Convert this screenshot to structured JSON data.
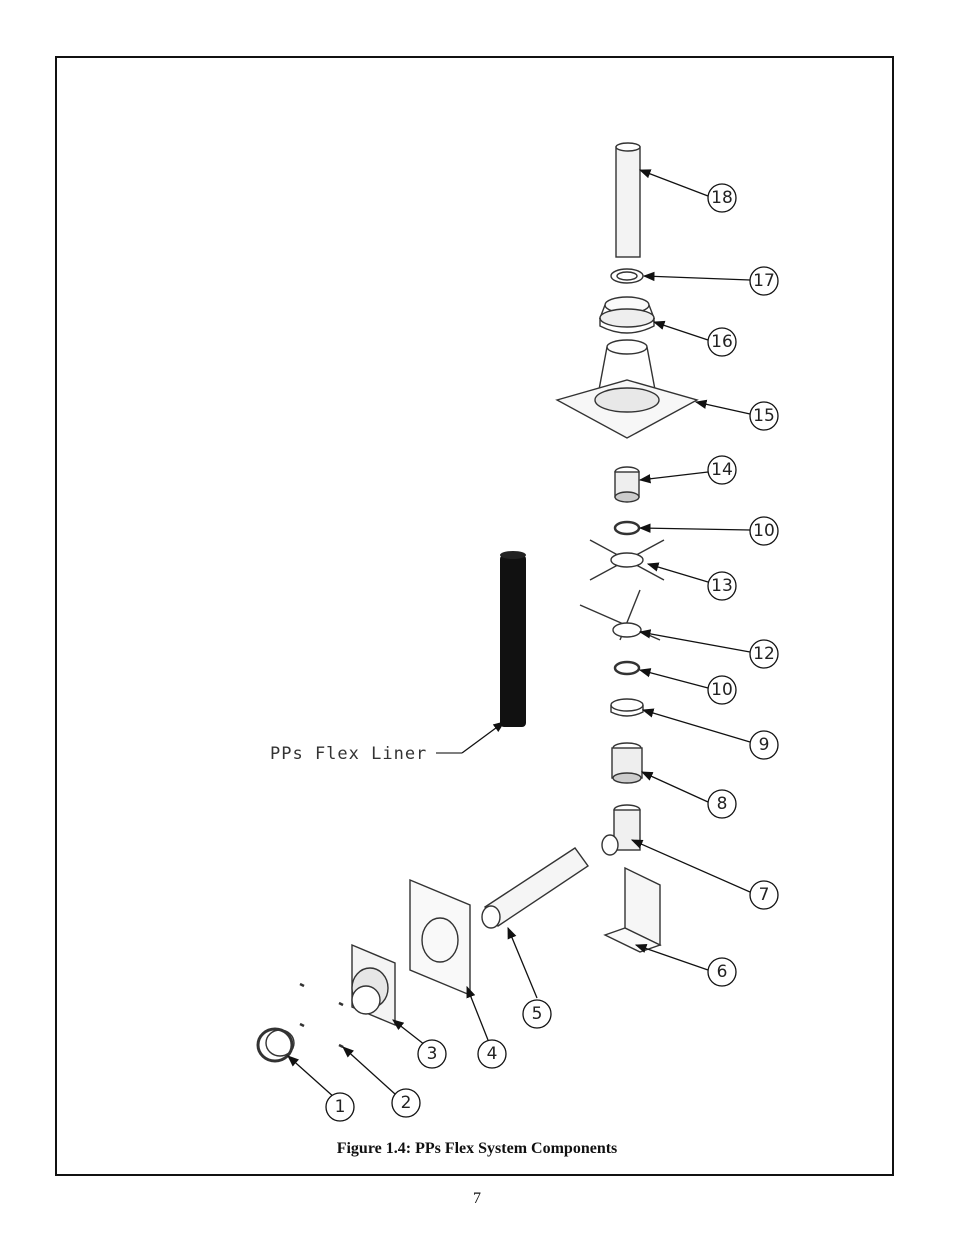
{
  "figure": {
    "caption": "Figure 1.4: PPs Flex System Components",
    "liner_label": "PPs Flex Liner"
  },
  "callouts": [
    "1",
    "2",
    "3",
    "4",
    "5",
    "6",
    "7",
    "8",
    "9",
    "10",
    "12",
    "13",
    "14",
    "15",
    "16",
    "17",
    "18"
  ],
  "page_number": "7"
}
